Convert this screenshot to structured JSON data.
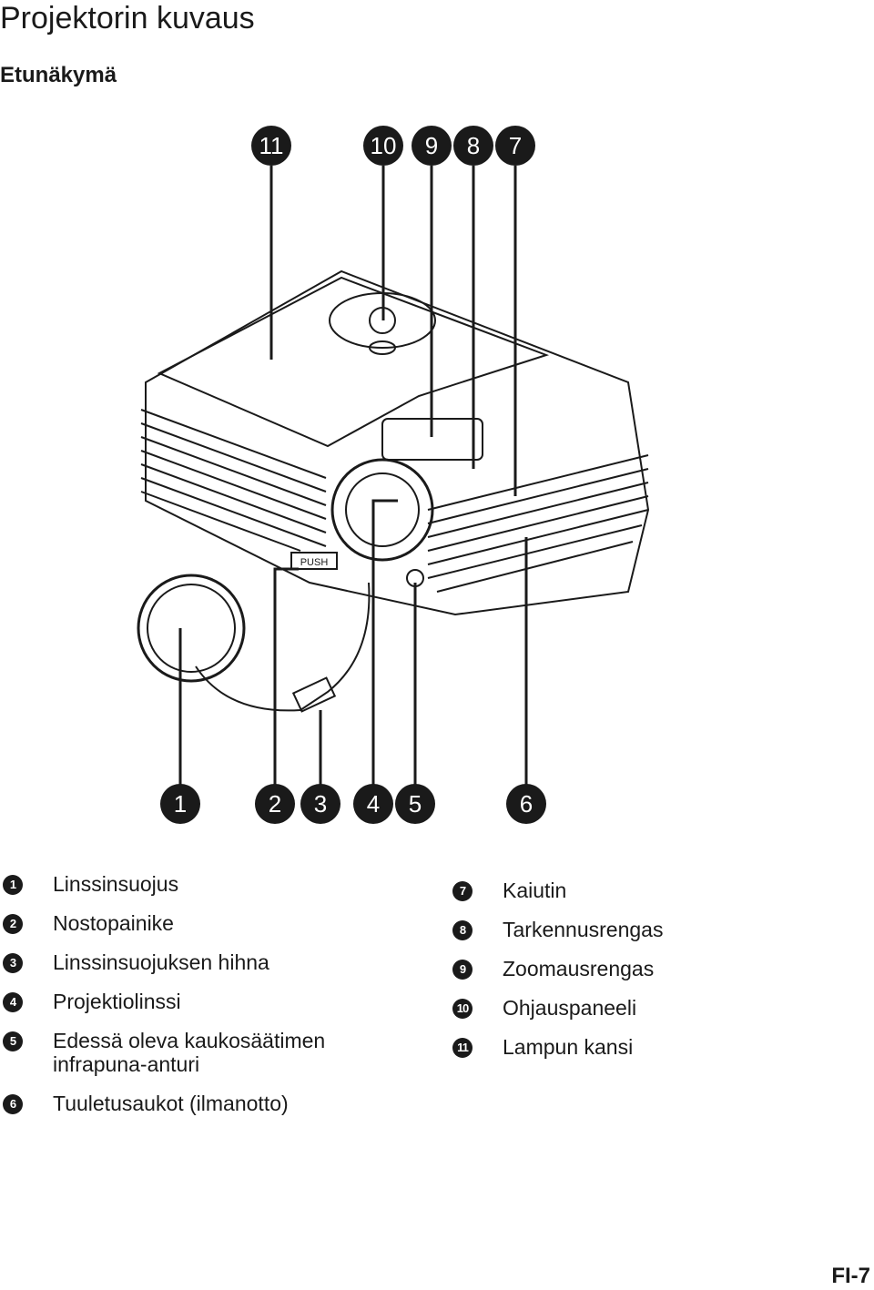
{
  "header": {
    "title": "Projektorin kuvaus",
    "subtitle": "Etunäkymä"
  },
  "callouts": {
    "c1": "1",
    "c2": "2",
    "c3": "3",
    "c4": "4",
    "c5": "5",
    "c6": "6",
    "c7": "7",
    "c8": "8",
    "c9": "9",
    "c10": "10",
    "c11": "11",
    "push_label": "PUSH"
  },
  "legend_left": [
    {
      "num": "1",
      "label": "Linssinsuojus"
    },
    {
      "num": "2",
      "label": "Nostopainike"
    },
    {
      "num": "3",
      "label": "Linssinsuojuksen hihna"
    },
    {
      "num": "4",
      "label": "Projektiolinssi"
    },
    {
      "num": "5",
      "label": "Edessä oleva kaukosäätimen infrapuna-anturi"
    },
    {
      "num": "6",
      "label": "Tuuletusaukot (ilmanotto)"
    }
  ],
  "legend_right": [
    {
      "num": "7",
      "label": "Kaiutin"
    },
    {
      "num": "8",
      "label": "Tarkennusrengas"
    },
    {
      "num": "9",
      "label": "Zoomausrengas"
    },
    {
      "num": "10",
      "label": "Ohjauspaneeli"
    },
    {
      "num": "11",
      "label": "Lampun kansi"
    }
  ],
  "footer": {
    "page_number": "FI-7"
  },
  "colors": {
    "ink": "#1a1a1a",
    "background": "#ffffff"
  }
}
